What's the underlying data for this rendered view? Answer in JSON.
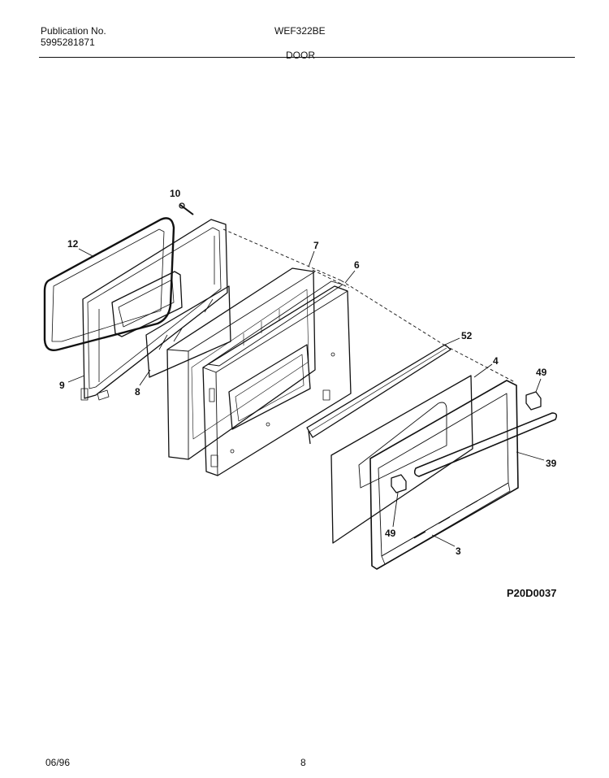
{
  "header": {
    "publication_label": "Publication No.",
    "publication_number": "5995281871",
    "model": "WEF322BE",
    "section": "DOOR"
  },
  "diagram": {
    "callouts": [
      {
        "id": "10",
        "label": "10"
      },
      {
        "id": "12",
        "label": "12"
      },
      {
        "id": "7",
        "label": "7"
      },
      {
        "id": "6",
        "label": "6"
      },
      {
        "id": "9",
        "label": "9"
      },
      {
        "id": "8",
        "label": "8"
      },
      {
        "id": "52",
        "label": "52"
      },
      {
        "id": "4",
        "label": "4"
      },
      {
        "id": "49a",
        "label": "49"
      },
      {
        "id": "39",
        "label": "39"
      },
      {
        "id": "49b",
        "label": "49"
      },
      {
        "id": "3",
        "label": "3"
      }
    ],
    "drawing_code": "P20D0037"
  },
  "footer": {
    "date": "06/96",
    "page": "8"
  }
}
